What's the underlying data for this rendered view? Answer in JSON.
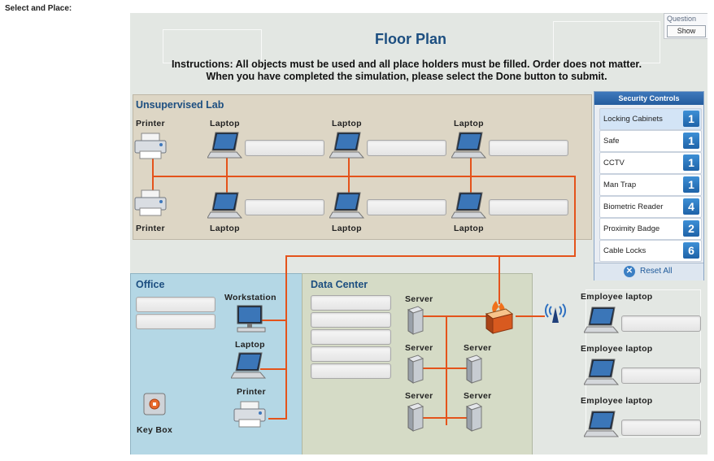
{
  "page_label": "Select and Place:",
  "sim": {
    "title": "Floor Plan",
    "instructions_line1": "Instructions: All objects must be used and all place holders must be filled. Order does not matter.",
    "instructions_line2": "When you have completed the simulation, please select the Done button to submit.",
    "question_label": "Question",
    "show_button": "Show"
  },
  "rooms": {
    "lab": {
      "title": "Unsupervised Lab",
      "printer": "Printer",
      "laptop": "Laptop"
    },
    "office": {
      "title": "Office",
      "workstation": "Workstation",
      "laptop": "Laptop",
      "printer": "Printer",
      "keybox": "Key Box"
    },
    "datacenter": {
      "title": "Data Center",
      "server": "Server"
    },
    "outside": {
      "employee_laptop": "Employee laptop"
    }
  },
  "security_controls": {
    "title": "Security Controls",
    "items": [
      {
        "label": "Locking Cabinets",
        "count": "1",
        "selected": true
      },
      {
        "label": "Safe",
        "count": "1"
      },
      {
        "label": "CCTV",
        "count": "1"
      },
      {
        "label": "Man Trap",
        "count": "1"
      },
      {
        "label": "Biometric Reader",
        "count": "4"
      },
      {
        "label": "Proximity Badge",
        "count": "2"
      },
      {
        "label": "Cable Locks",
        "count": "6"
      }
    ],
    "reset": "Reset All"
  },
  "colors": {
    "wire": "#e4531b",
    "accent": "#1c4e80",
    "count_badge": "#2a78c4"
  },
  "icons": [
    "printer-icon",
    "laptop-icon",
    "workstation-icon",
    "server-icon",
    "firewall-icon",
    "wifi-antenna-icon",
    "key-box-icon",
    "reset-icon"
  ]
}
